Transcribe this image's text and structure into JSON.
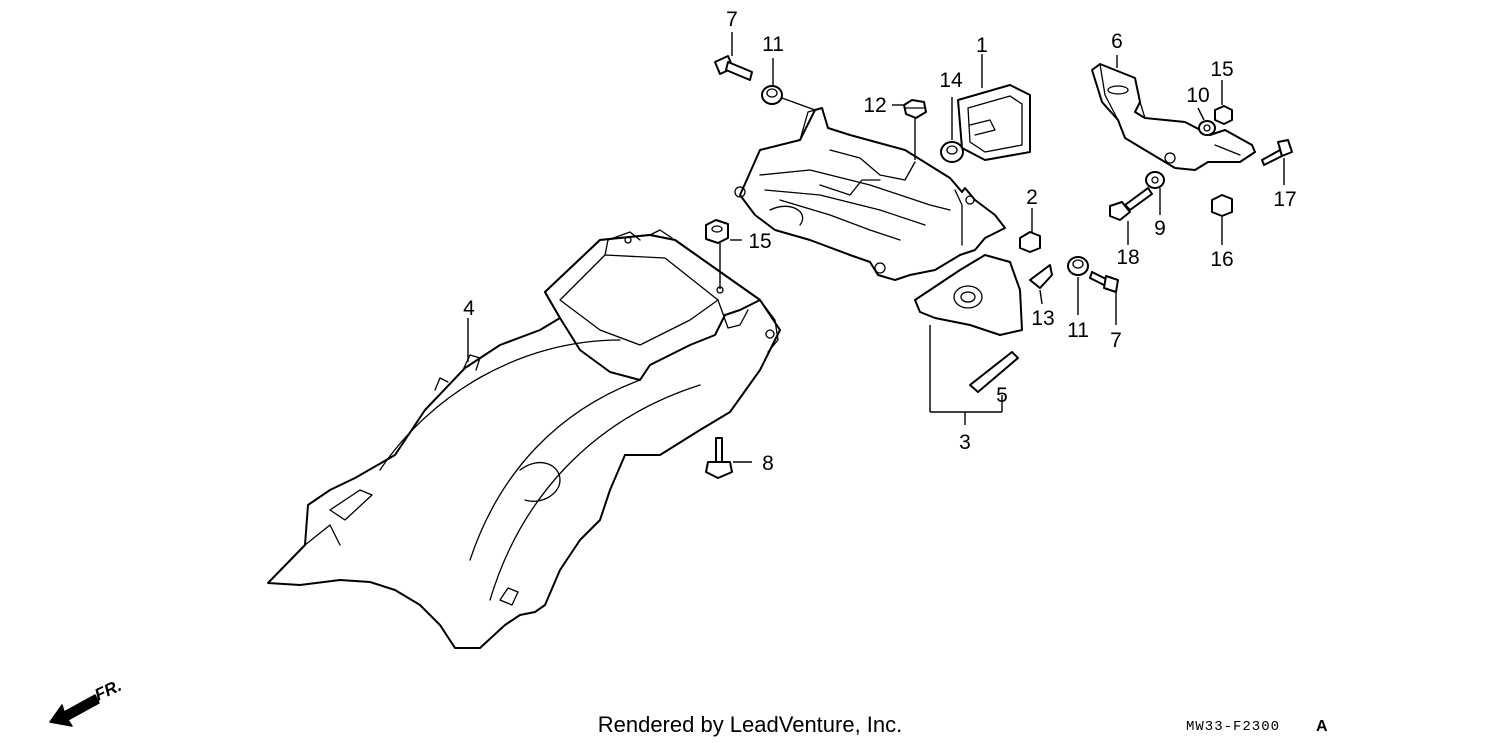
{
  "diagram": {
    "callouts": [
      {
        "id": "c1",
        "label": "1"
      },
      {
        "id": "c2",
        "label": "2"
      },
      {
        "id": "c3",
        "label": "3"
      },
      {
        "id": "c4",
        "label": "4"
      },
      {
        "id": "c5",
        "label": "5"
      },
      {
        "id": "c6",
        "label": "6"
      },
      {
        "id": "c7a",
        "label": "7"
      },
      {
        "id": "c7b",
        "label": "7"
      },
      {
        "id": "c8",
        "label": "8"
      },
      {
        "id": "c9",
        "label": "9"
      },
      {
        "id": "c10",
        "label": "10"
      },
      {
        "id": "c11a",
        "label": "11"
      },
      {
        "id": "c11b",
        "label": "11"
      },
      {
        "id": "c12",
        "label": "12"
      },
      {
        "id": "c13",
        "label": "13"
      },
      {
        "id": "c14",
        "label": "14"
      },
      {
        "id": "c15a",
        "label": "15"
      },
      {
        "id": "c15b",
        "label": "15"
      },
      {
        "id": "c16",
        "label": "16"
      },
      {
        "id": "c17",
        "label": "17"
      },
      {
        "id": "c18",
        "label": "18"
      }
    ],
    "direction_label": "FR.",
    "footer_credit": "Rendered by LeadVenture, Inc.",
    "diagram_code": "MW33-F2300",
    "diagram_code_suffix": "A"
  }
}
